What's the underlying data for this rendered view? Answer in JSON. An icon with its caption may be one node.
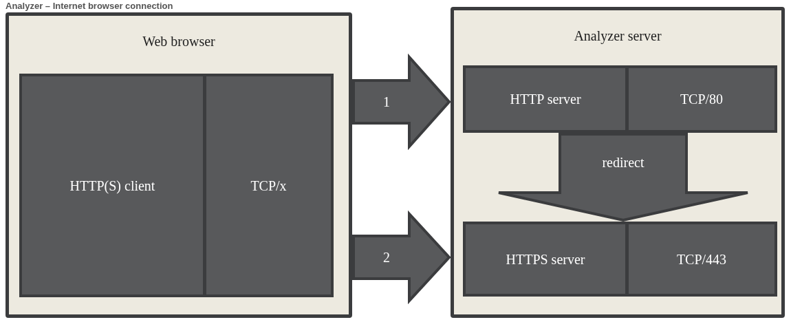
{
  "diagram": {
    "title": "Analyzer – Internet browser connection",
    "nodes": [
      {
        "text": [
          "Web browser"
        ]
      },
      {
        "text": [
          "HTTP(S) client"
        ],
        "in": 0
      },
      {
        "text": [
          "TCP/x"
        ],
        "in": 0
      },
      {
        "text": [
          "Analyzer server"
        ]
      },
      {
        "text": [
          "HTTP server"
        ],
        "in": 3
      },
      {
        "text": [
          "TCP/80"
        ],
        "in": 3
      },
      {
        "text": [
          "HTTPS server"
        ],
        "in": 3
      },
      {
        "text": [
          "TCP/443"
        ],
        "in": 3
      }
    ],
    "edges": [
      {
        "from": 0,
        "to": 3,
        "arrow": "to",
        "label": "1",
        "style": "thick"
      },
      {
        "from": 0,
        "to": 3,
        "arrow": "to",
        "label": "2",
        "style": "thick"
      },
      {
        "from": 4,
        "to": 6,
        "arrow": "to",
        "label": "redirect",
        "style": "thick"
      }
    ]
  }
}
